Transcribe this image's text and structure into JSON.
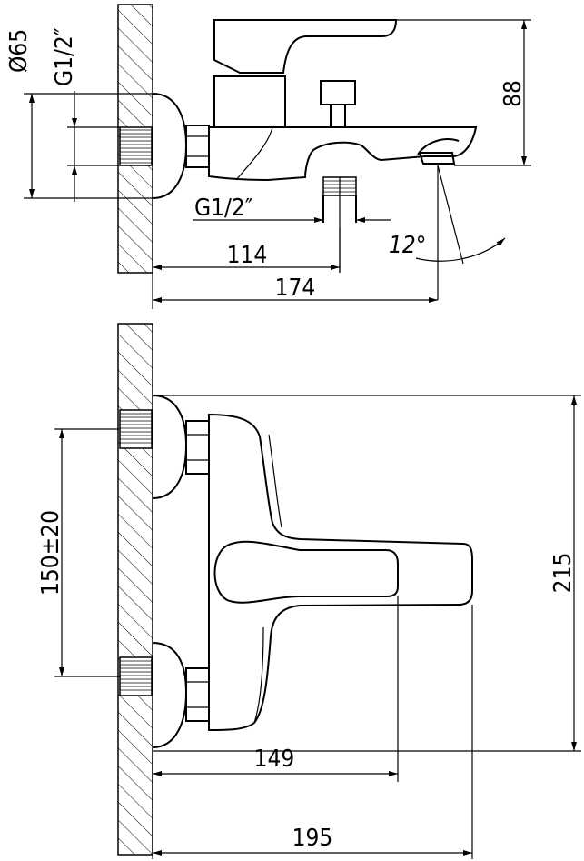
{
  "dimensions": {
    "dia_65": "Ø65",
    "thread_side": "G1/2″",
    "height_88": "88",
    "thread_bottom": "G1/2″",
    "angle_12": "12°",
    "len_114": "114",
    "len_174": "174",
    "spacing": "150±20",
    "width_215": "215",
    "len_149": "149",
    "len_195": "195"
  }
}
